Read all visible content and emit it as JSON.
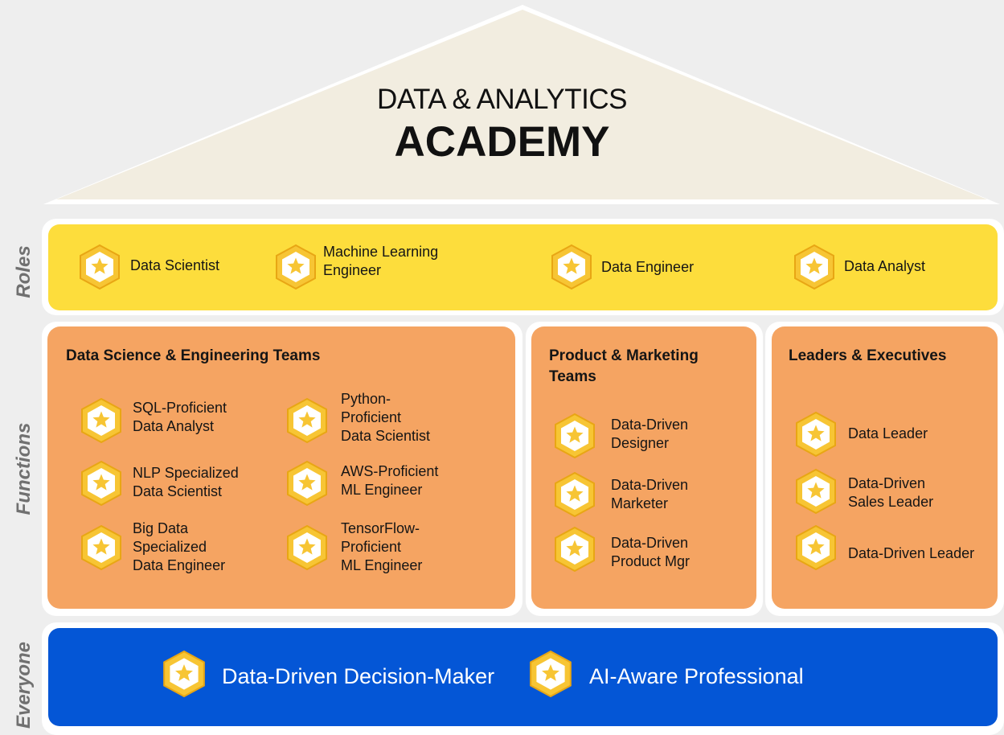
{
  "header": {
    "line1": "DATA & ANALYTICS",
    "line2": "ACADEMY"
  },
  "side_labels": {
    "roles": "Roles",
    "functions": "Functions",
    "everyone": "Everyone"
  },
  "roles": [
    {
      "label": "Data Scientist"
    },
    {
      "label": "Machine Learning\nEngineer"
    },
    {
      "label": "Data Engineer"
    },
    {
      "label": "Data Analyst"
    }
  ],
  "functions": {
    "ds_eng": {
      "title": "Data Science & Engineering Teams",
      "items": [
        {
          "label": "SQL-Proficient\nData Analyst"
        },
        {
          "label": "Python-\nProficient\nData Scientist"
        },
        {
          "label": "NLP Specialized\nData Scientist"
        },
        {
          "label": "AWS-Proficient\nML Engineer"
        },
        {
          "label": "Big Data\nSpecialized\nData Engineer"
        },
        {
          "label": "TensorFlow-\nProficient\nML Engineer"
        }
      ]
    },
    "product": {
      "title": "Product & Marketing\nTeams",
      "items": [
        {
          "label": "Data-Driven\nDesigner"
        },
        {
          "label": "Data-Driven\nMarketer"
        },
        {
          "label": "Data-Driven\nProduct Mgr"
        }
      ]
    },
    "leaders": {
      "title": "Leaders & Executives",
      "items": [
        {
          "label": "Data Leader"
        },
        {
          "label": "Data-Driven\nSales Leader"
        },
        {
          "label": "Data-Driven Leader"
        }
      ]
    }
  },
  "everyone": [
    {
      "label": "Data-Driven Decision-Maker"
    },
    {
      "label": "AI-Aware Professional"
    }
  ],
  "colors": {
    "roof": "#f2ede0",
    "roles": "#fddd3c",
    "functions": "#f5a462",
    "everyone": "#0456d6",
    "badge_gold": "#f7c534",
    "badge_border": "#e8a614",
    "side_label": "#707070"
  },
  "icons": {
    "badge": "hexagon-star-icon"
  }
}
